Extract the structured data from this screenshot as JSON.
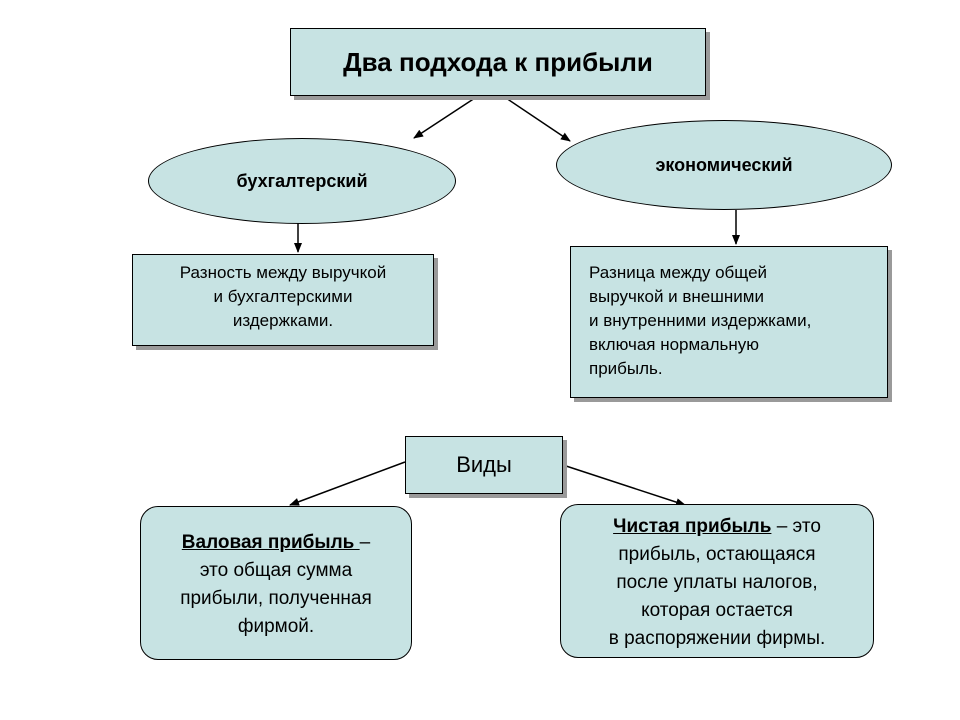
{
  "title": "Два подхода к прибыли",
  "approaches": {
    "accounting": {
      "label": "бухгалтерский",
      "definition": [
        "Разность между выручкой",
        "и бухгалтерскими",
        "издержками."
      ]
    },
    "economic": {
      "label": "экономический",
      "definition": [
        "Разница между общей",
        "выручкой и внешними",
        "и внутренними издержками,",
        "включая нормальную",
        "прибыль."
      ]
    }
  },
  "types": {
    "label": "Виды",
    "gross": {
      "term": "Валовая прибыль ",
      "dash": " –",
      "lines": [
        "это общая сумма",
        "прибыли, полученная",
        "фирмой."
      ]
    },
    "net": {
      "term": "Чистая прибыль",
      "dash": " – это",
      "lines": [
        "прибыль, остающаяся",
        "после уплаты налогов,",
        "которая остается",
        "в распоряжении фирмы."
      ]
    }
  },
  "colors": {
    "fill": "#c7e3e3",
    "stroke": "#000000",
    "shadow": "#9a9a9a"
  }
}
